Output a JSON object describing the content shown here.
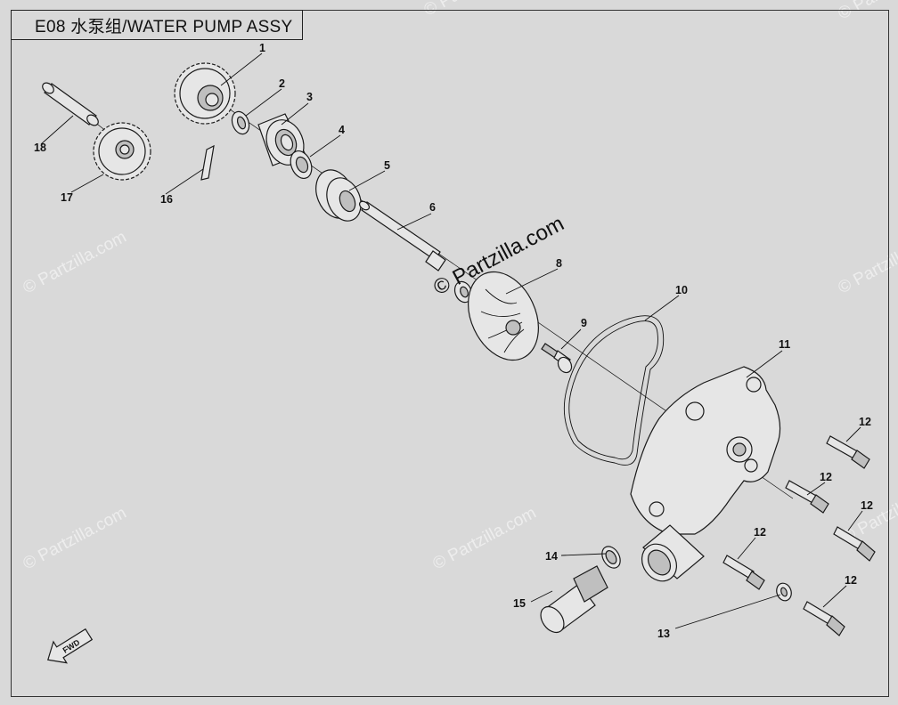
{
  "diagram": {
    "title": "E08 水泵组/WATER PUMP ASSY",
    "watermark": "© Partzilla.com",
    "fwd_label": "FWD",
    "callouts": [
      {
        "id": "1",
        "label": "1"
      },
      {
        "id": "2",
        "label": "2"
      },
      {
        "id": "3",
        "label": "3"
      },
      {
        "id": "4",
        "label": "4"
      },
      {
        "id": "5",
        "label": "5"
      },
      {
        "id": "6",
        "label": "6"
      },
      {
        "id": "8",
        "label": "8"
      },
      {
        "id": "9",
        "label": "9"
      },
      {
        "id": "10",
        "label": "10"
      },
      {
        "id": "11",
        "label": "11"
      },
      {
        "id": "12a",
        "label": "12"
      },
      {
        "id": "12b",
        "label": "12"
      },
      {
        "id": "12c",
        "label": "12"
      },
      {
        "id": "12d",
        "label": "12"
      },
      {
        "id": "12e",
        "label": "12"
      },
      {
        "id": "13",
        "label": "13"
      },
      {
        "id": "14",
        "label": "14"
      },
      {
        "id": "15",
        "label": "15"
      },
      {
        "id": "16",
        "label": "16"
      },
      {
        "id": "17",
        "label": "17"
      },
      {
        "id": "18",
        "label": "18"
      }
    ]
  }
}
